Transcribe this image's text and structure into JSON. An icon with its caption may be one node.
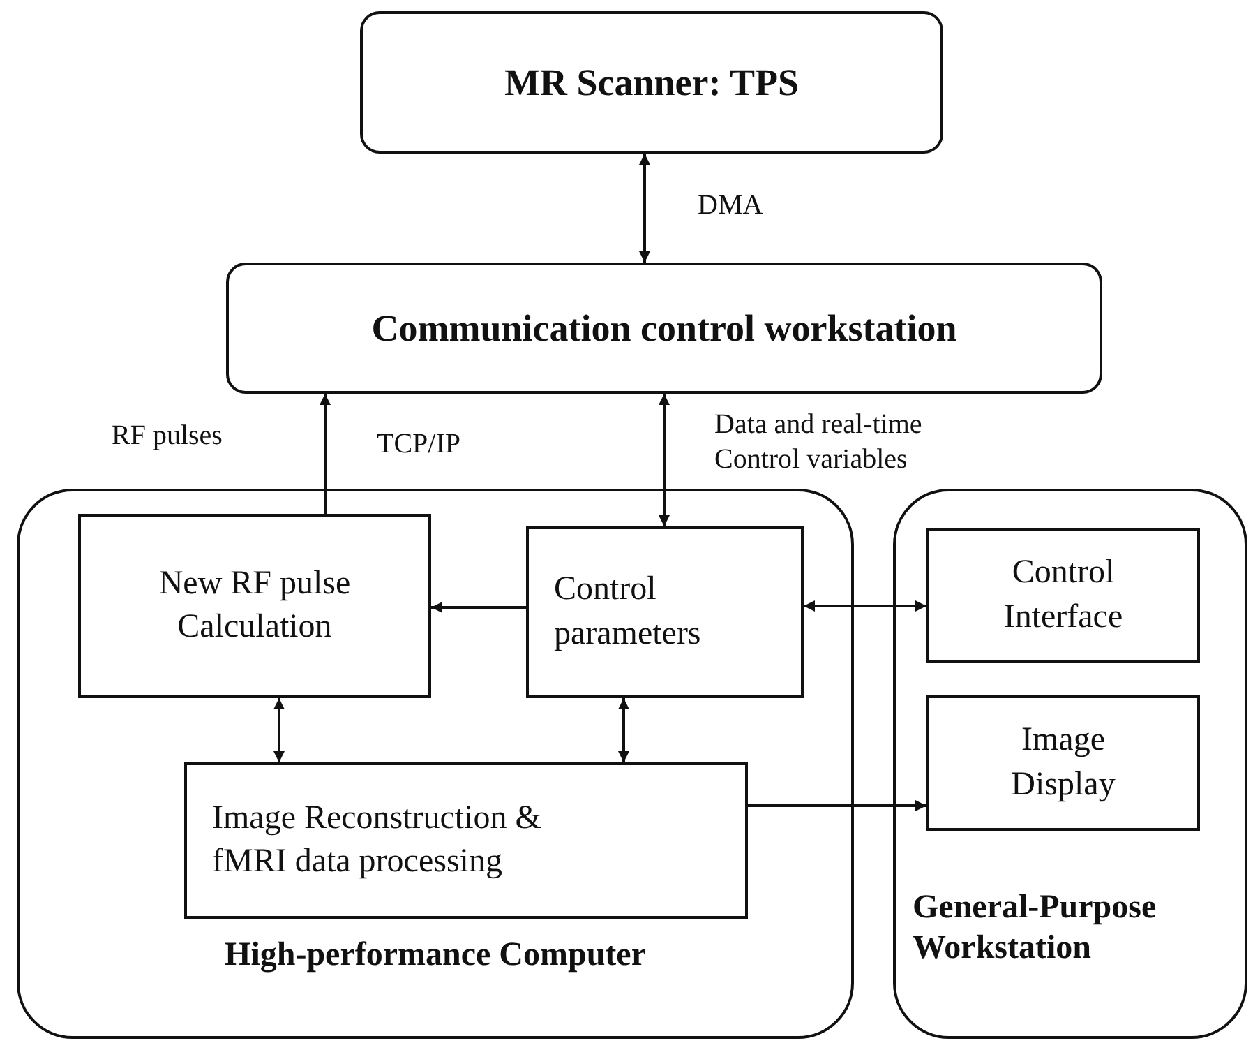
{
  "diagram": {
    "nodes": [
      {
        "text": [
          "MR Scanner: TPS"
        ]
      },
      {
        "text": [
          "Communication control workstation"
        ]
      },
      {
        "text": [
          "High-performance Computer"
        ]
      },
      {
        "text": [
          "New RF pulse Calculation"
        ],
        "in": 2
      },
      {
        "text": [
          "Control parameters"
        ],
        "in": 2
      },
      {
        "text": [
          "Image Reconstruction & fMRI data processing"
        ],
        "in": 2
      },
      {
        "text": [
          "General-Purpose Workstation"
        ]
      },
      {
        "text": [
          "Control Interface"
        ],
        "in": 6
      },
      {
        "text": [
          "Image Display"
        ],
        "in": 6
      }
    ],
    "edges": [
      {
        "from": 0,
        "to": 1,
        "arrow": "both",
        "label": "DMA"
      },
      {
        "from": 3,
        "to": 1,
        "arrow": "to",
        "label": "RF pulses"
      },
      {
        "from": 1,
        "to": 4,
        "arrow": "both",
        "label": "Data and real-time Control variables"
      },
      {
        "from": 4,
        "to": 3,
        "arrow": "to"
      },
      {
        "from": 4,
        "to": 7,
        "arrow": "both"
      },
      {
        "from": 3,
        "to": 5,
        "arrow": "both"
      },
      {
        "from": 4,
        "to": 5,
        "arrow": "both"
      },
      {
        "from": 5,
        "to": 8,
        "arrow": "to"
      }
    ],
    "labels": [
      "TCP/IP"
    ]
  }
}
